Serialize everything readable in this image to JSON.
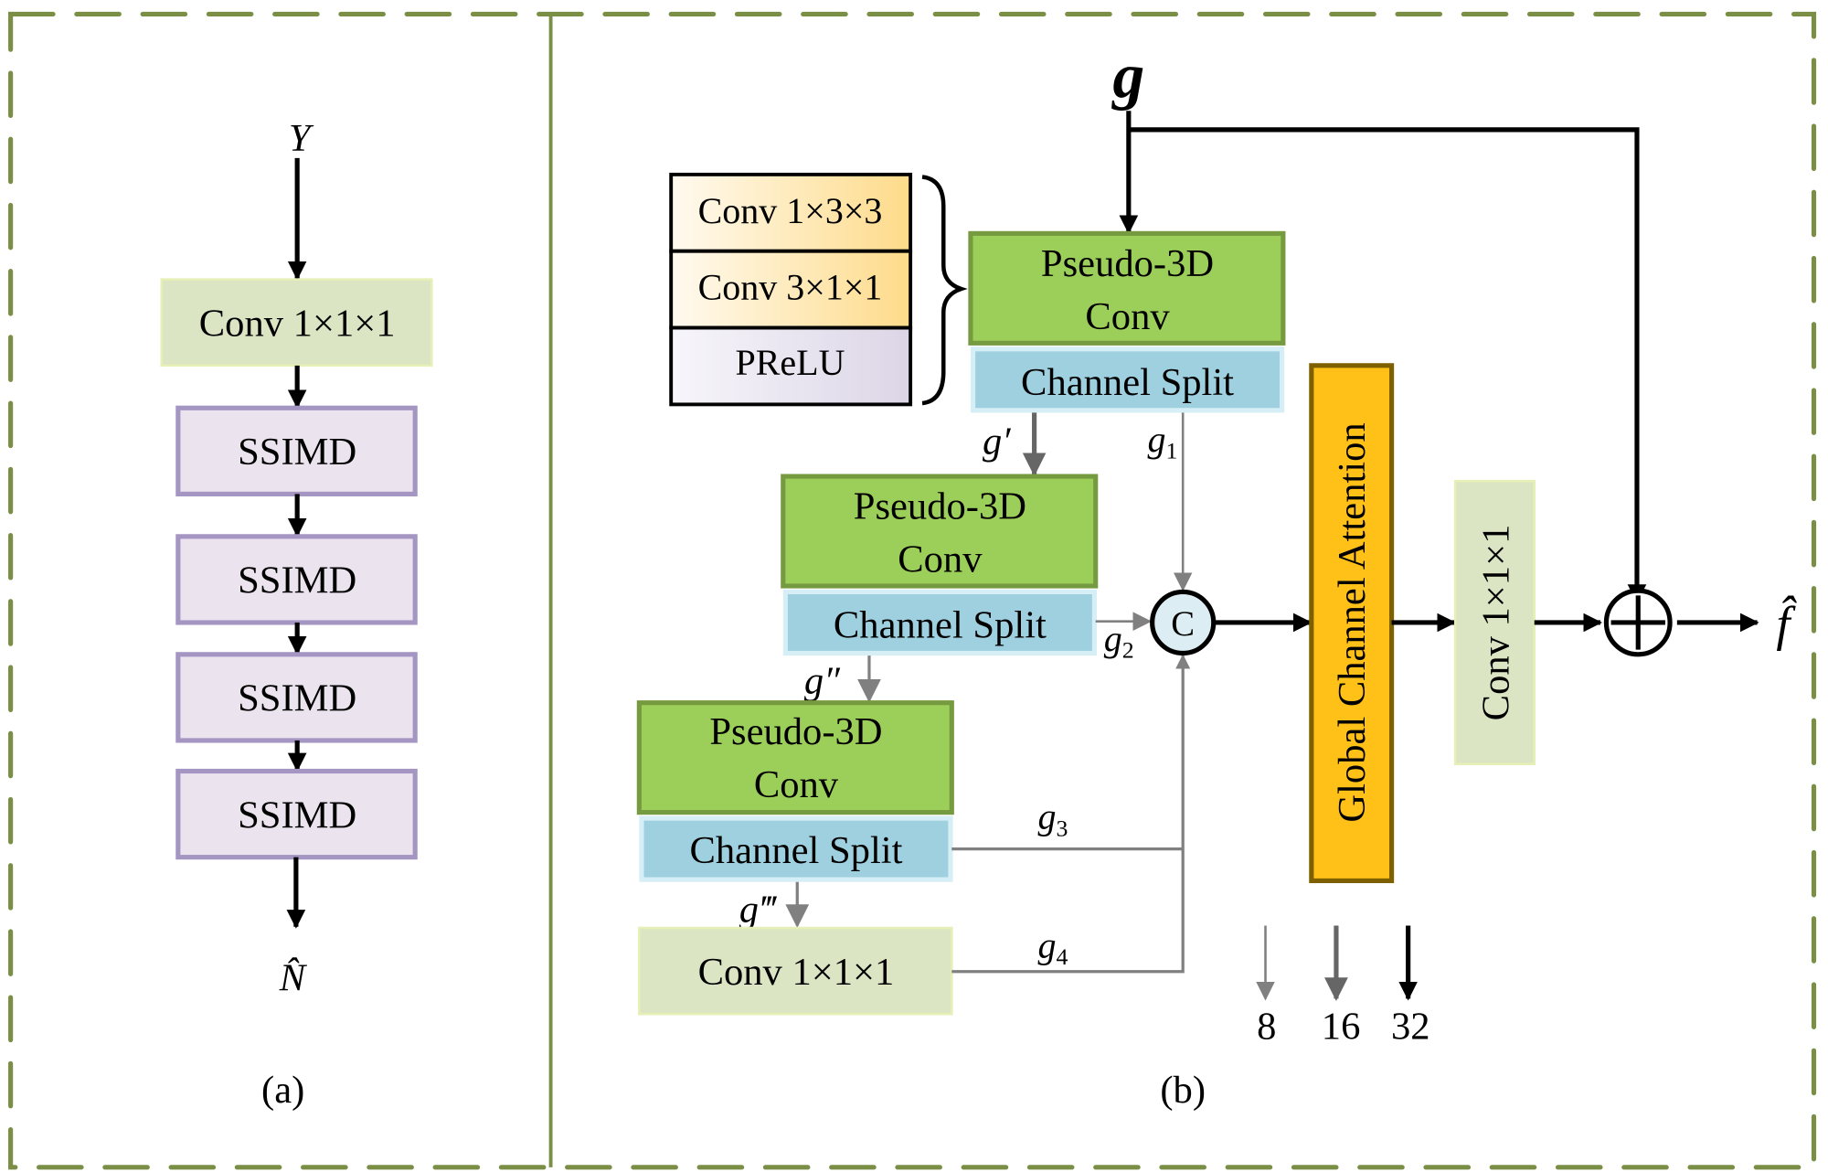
{
  "panel_a": {
    "input_label": "Y",
    "output_label": "N̂",
    "caption": "(a)",
    "conv_label": "Conv 1×1×1",
    "blocks": [
      "SSIMD",
      "SSIMD",
      "SSIMD",
      "SSIMD"
    ]
  },
  "panel_b": {
    "input_label": "g",
    "output_label": "f̂",
    "caption": "(b)",
    "legend_stack": {
      "items": [
        "Conv 1×3×3",
        "Conv 3×1×1",
        "PReLU"
      ]
    },
    "p3d_blocks": [
      {
        "title_line1": "Pseudo-3D",
        "title_line2": "Conv",
        "split_label": "Channel Split"
      },
      {
        "title_line1": "Pseudo-3D",
        "title_line2": "Conv",
        "split_label": "Channel Split"
      },
      {
        "title_line1": "Pseudo-3D",
        "title_line2": "Conv",
        "split_label": "Channel Split"
      }
    ],
    "final_conv_label": "Conv 1×1×1",
    "concat_label": "C",
    "attention_label": "Global Channel Attention",
    "output_conv_label": "Conv 1×1×1",
    "signals": {
      "g_prime": "g′",
      "g_dprime": "g″",
      "g_tprime": "g‴",
      "g1_base": "g",
      "g1_sub": "1",
      "g2_base": "g",
      "g2_sub": "2",
      "g3_base": "g",
      "g3_sub": "3",
      "g4_base": "g",
      "g4_sub": "4"
    },
    "channel_legend": [
      {
        "value": "8"
      },
      {
        "value": "16"
      },
      {
        "value": "32"
      }
    ]
  },
  "colors": {
    "frame_green": "#7a8f45",
    "conv_light_green": "#dbe5c3",
    "ssimd_fill": "#ebe3ee",
    "ssimd_border": "#a595c2",
    "p3d_green": "#9ccf5a",
    "p3d_border": "#769a3f",
    "split_blue": "#9fd0e0",
    "attention_yellow": "#ffc117",
    "attention_border": "#7f6000",
    "arrow_gray": "#808080"
  }
}
